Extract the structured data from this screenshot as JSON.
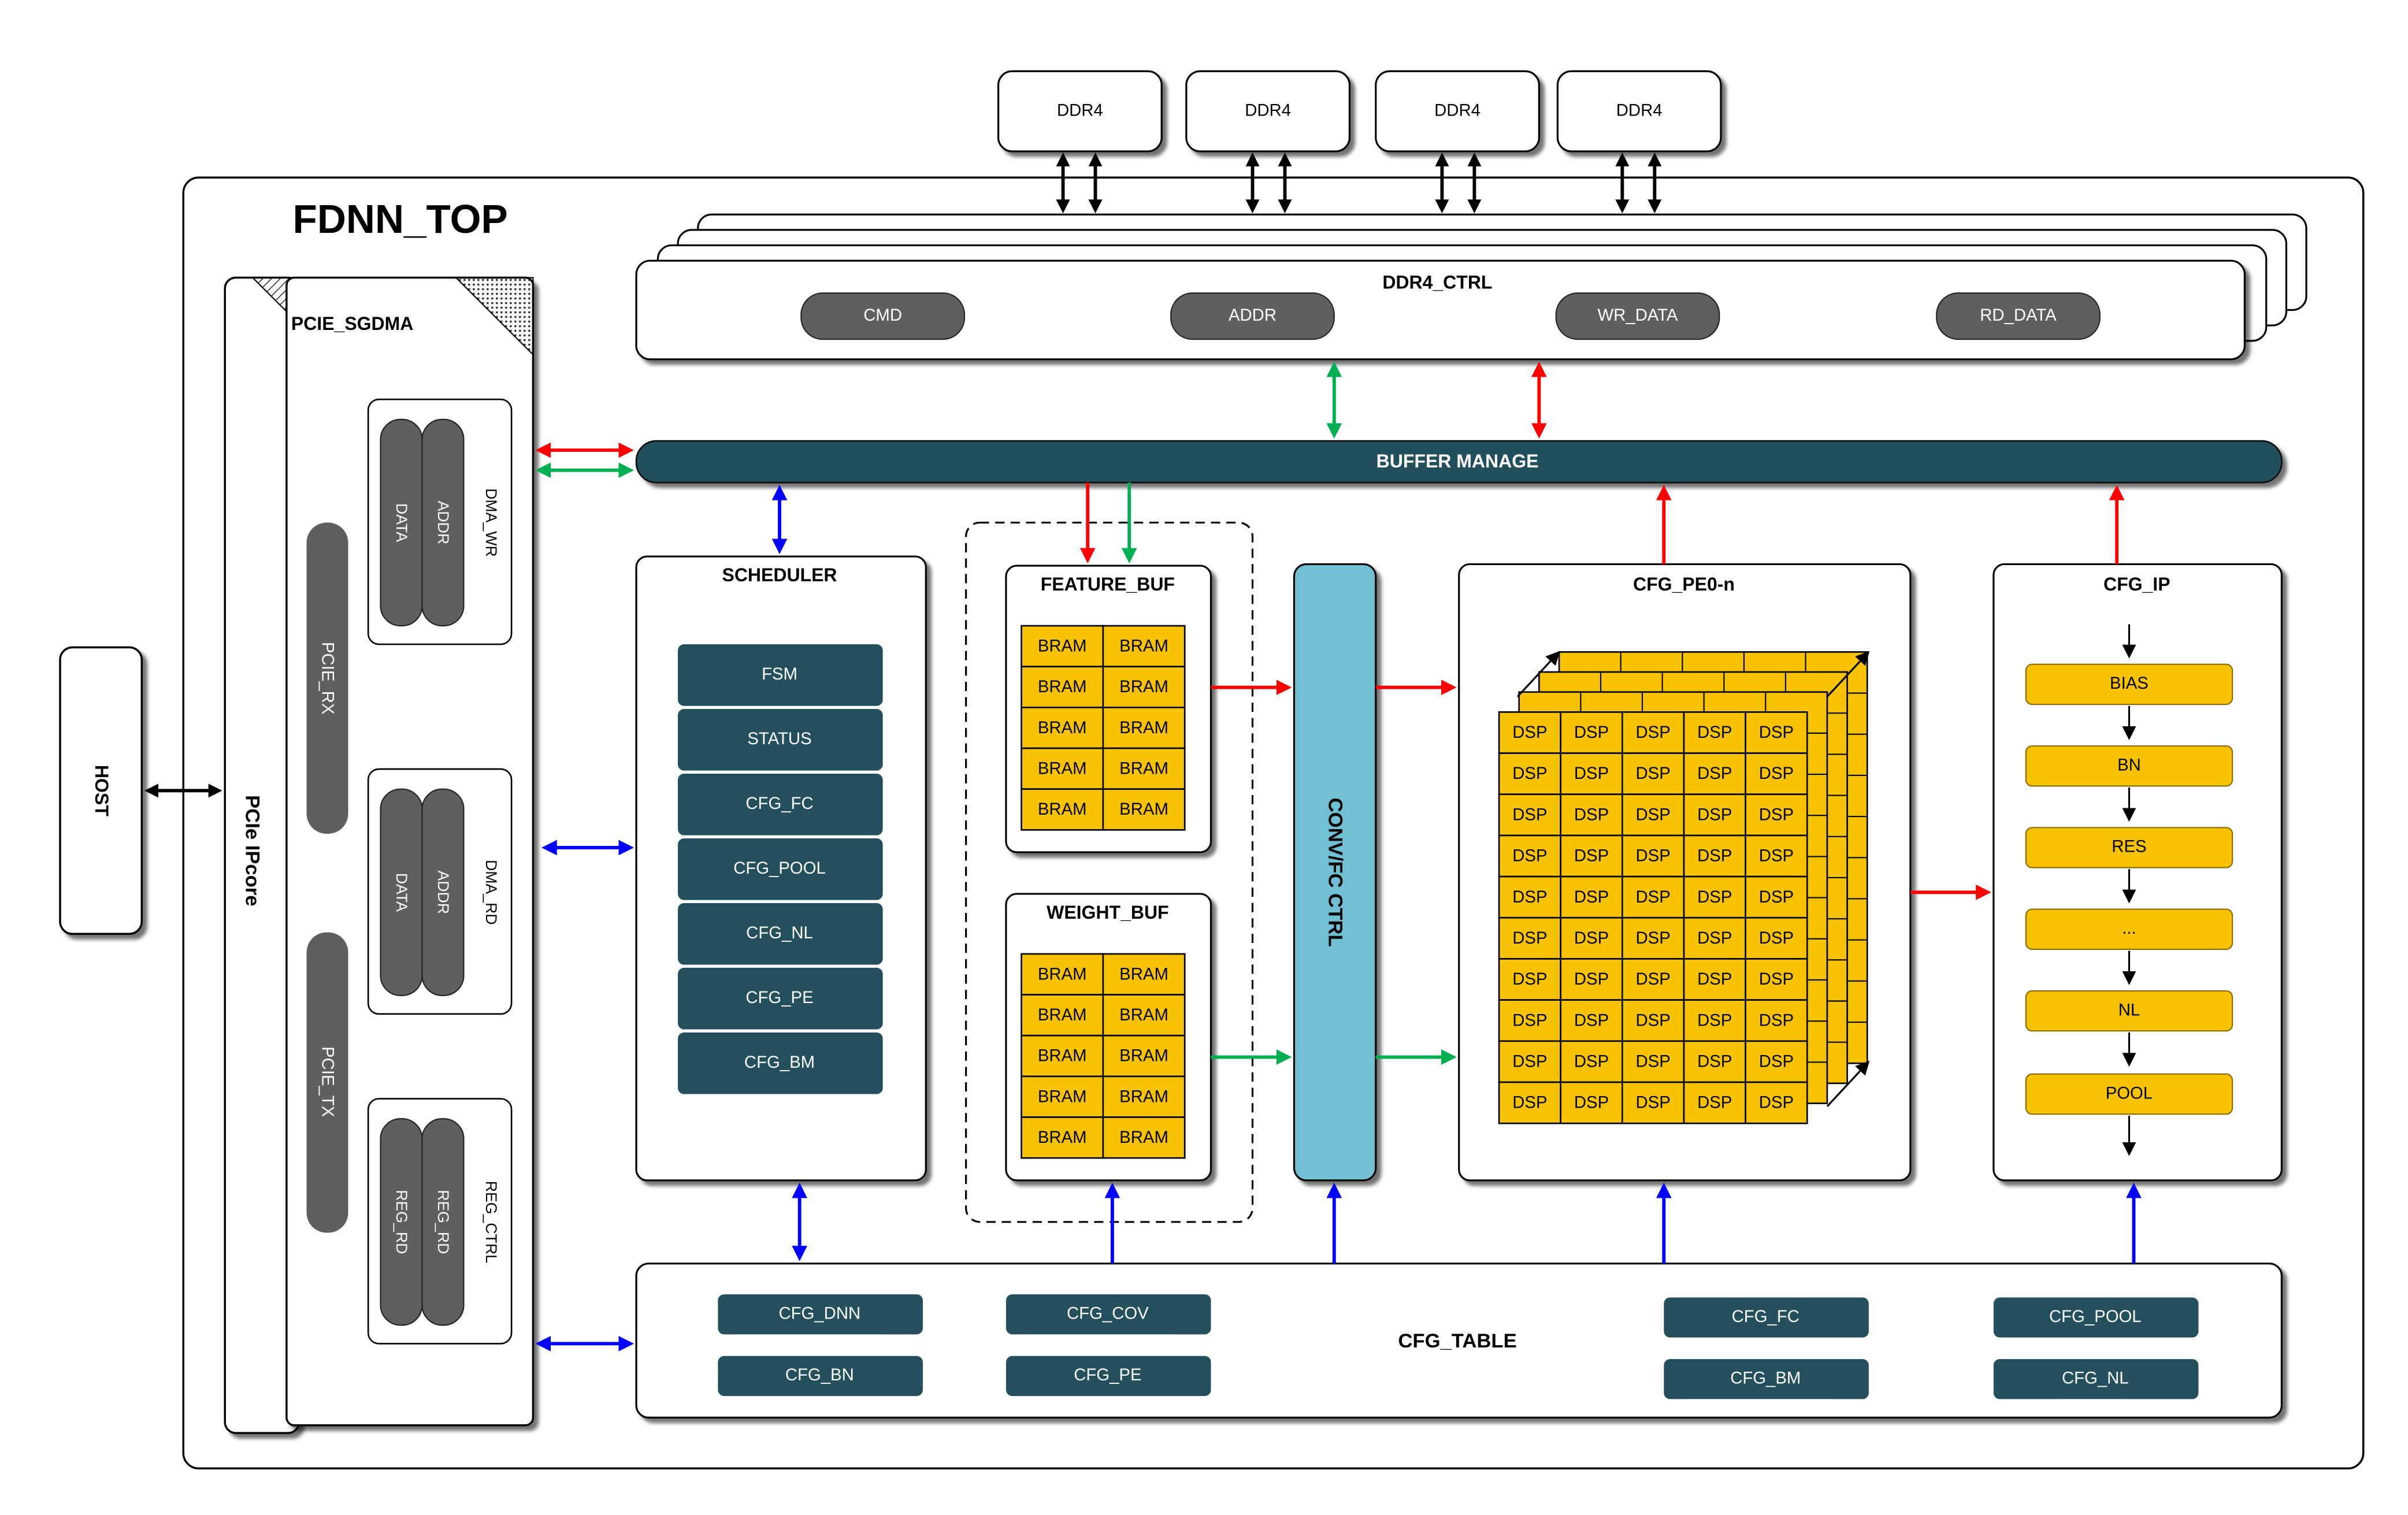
{
  "host": "HOST",
  "fdnn_top": "FDNN_TOP",
  "pcie_ipcore": "PCIe IPcore",
  "pcie_sgdma": {
    "title": "PCIE_SGDMA",
    "pcie_rx": "PCIE_RX",
    "pcie_tx": "PCIE_TX",
    "dma_wr": {
      "title": "DMA_WR",
      "a": "DATA",
      "b": "ADDR"
    },
    "dma_rd": {
      "title": "DMA_RD",
      "a": "DATA",
      "b": "ADDR"
    },
    "reg_ctrl": {
      "title": "REG_CTRL",
      "a": "REG_RD",
      "b": "REG_RD"
    }
  },
  "ddr4": [
    "DDR4",
    "DDR4",
    "DDR4",
    "DDR4"
  ],
  "ddr4_ctrl": {
    "title": "DDR4_CTRL",
    "fields": [
      "CMD",
      "ADDR",
      "WR_DATA",
      "RD_DATA"
    ]
  },
  "buffer_manage": "BUFFER MANAGE",
  "scheduler": {
    "title": "SCHEDULER",
    "items": [
      "FSM",
      "STATUS",
      "CFG_FC",
      "CFG_POOL",
      "CFG_NL",
      "CFG_PE",
      "CFG_BM"
    ]
  },
  "feature_buf": {
    "title": "FEATURE_BUF",
    "cell": "BRAM"
  },
  "weight_buf": {
    "title": "WEIGHT_BUF",
    "cell": "BRAM"
  },
  "conv_fc_ctrl": "CONV/FC CTRL",
  "cfg_pe": {
    "title": "CFG_PE0-n",
    "cell": "DSP"
  },
  "cfg_ip": {
    "title": "CFG_IP",
    "items": [
      "BIAS",
      "BN",
      "RES",
      "...",
      "NL",
      "POOL"
    ]
  },
  "cfg_table": {
    "title": "CFG_TABLE",
    "items": [
      "CFG_DNN",
      "CFG_BN",
      "CFG_COV",
      "CFG_PE",
      "CFG_FC",
      "CFG_BM",
      "CFG_POOL",
      "CFG_NL"
    ]
  },
  "colors": {
    "dark_teal": "#23505c",
    "dark_gray": "#5f5f5f",
    "yellow": "#f7c200",
    "light_blue": "#70bfd3",
    "red": "#ff0000",
    "green": "#00b050",
    "blue": "#0000ff",
    "black": "#000000"
  }
}
